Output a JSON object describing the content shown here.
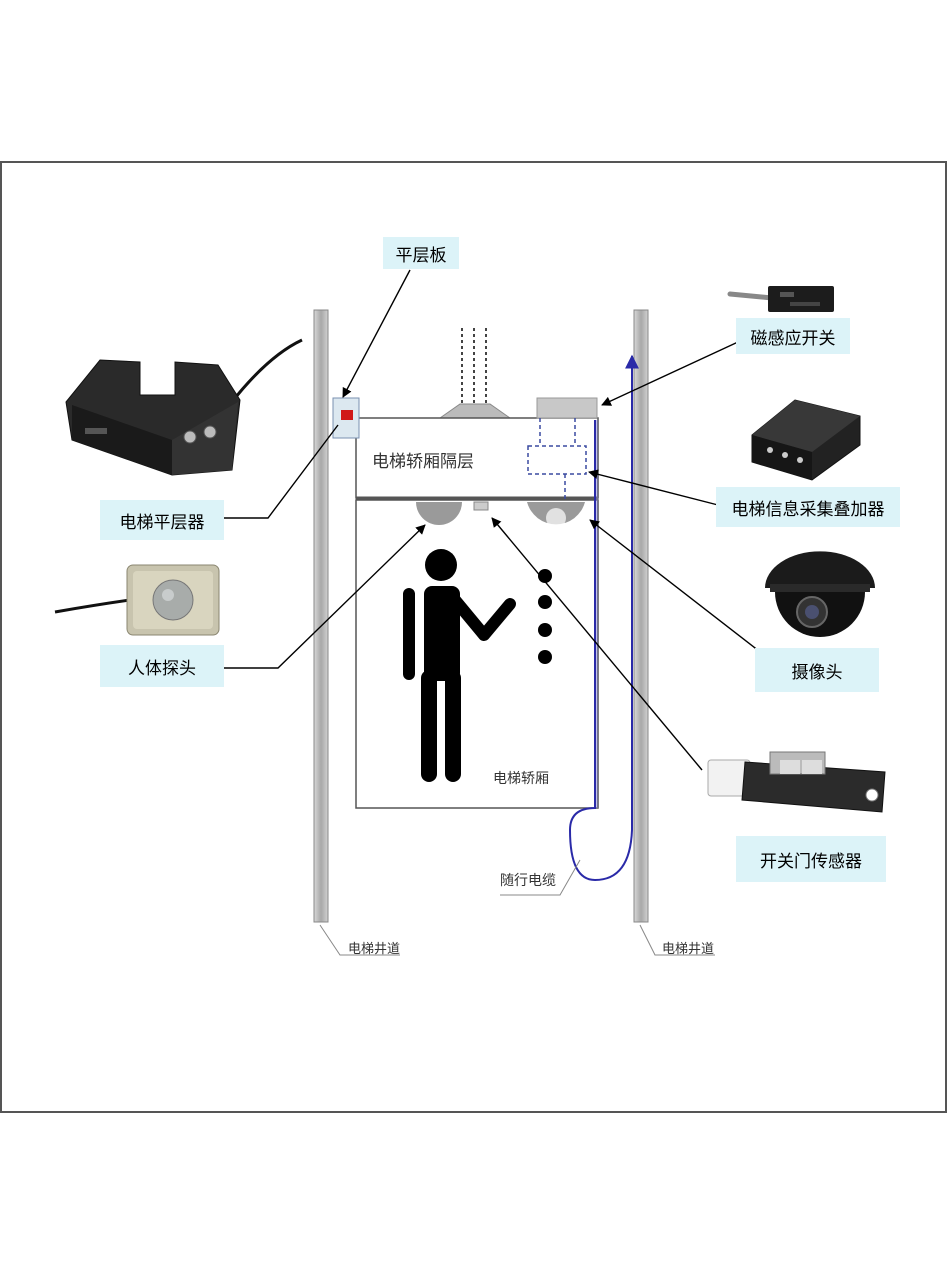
{
  "labels": {
    "leveling_plate": "平层板",
    "magnetic_switch": "磁感应开关",
    "elevator_leveler": "电梯平层器",
    "info_collector": "电梯信息采集叠加器",
    "body_probe": "人体探头",
    "camera": "摄像头",
    "door_sensor": "开关门传感器",
    "car_compartment": "电梯轿厢隔层",
    "car": "电梯轿厢",
    "traveling_cable": "随行电缆",
    "shaft_left": "电梯井道",
    "shaft_right": "电梯井道"
  },
  "colors": {
    "label_bg": "#dcf3f8",
    "cable": "#2a2aa8",
    "shaft": "#b8b8b8"
  }
}
